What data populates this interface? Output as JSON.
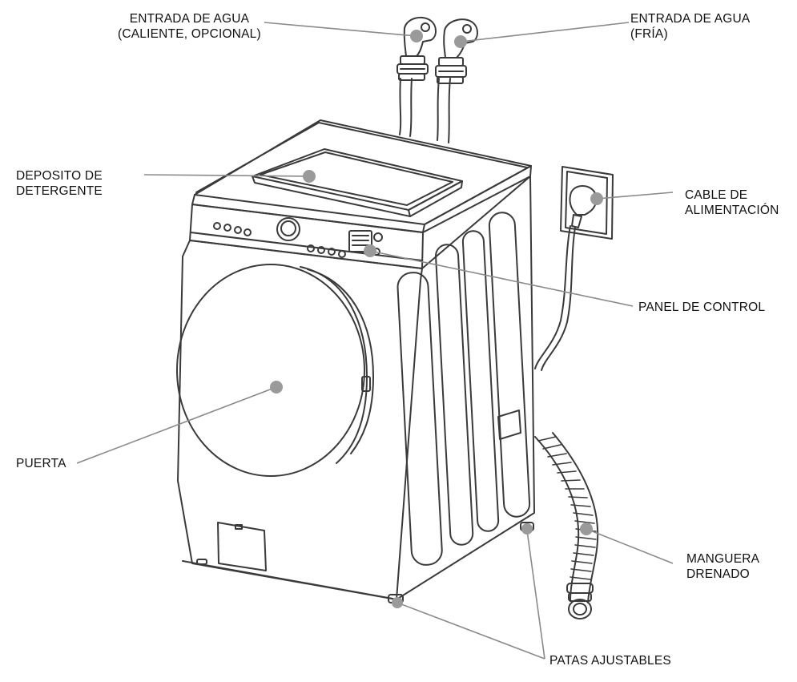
{
  "diagram": {
    "labels": {
      "hot_inlet": [
        "ENTRADA DE AGUA",
        "(CALIENTE, OPCIONAL)"
      ],
      "cold_inlet": [
        "ENTRADA DE AGUA",
        "(FRÍA)"
      ],
      "detergent": [
        "DEPOSITO DE",
        "DETERGENTE"
      ],
      "power_cable": [
        "CABLE DE",
        "ALIMENTACIÓN"
      ],
      "control_panel": [
        "PANEL DE CONTROL"
      ],
      "door": [
        "PUERTA"
      ],
      "drain_hose": [
        "MANGUERA",
        "DRENADO"
      ],
      "feet": [
        "PATAS AJUSTABLES"
      ]
    },
    "colors": {
      "line": "#3a3a3a",
      "leader": "#8a8a8a",
      "marker": "#9a9a9a",
      "text": "#111111"
    }
  }
}
